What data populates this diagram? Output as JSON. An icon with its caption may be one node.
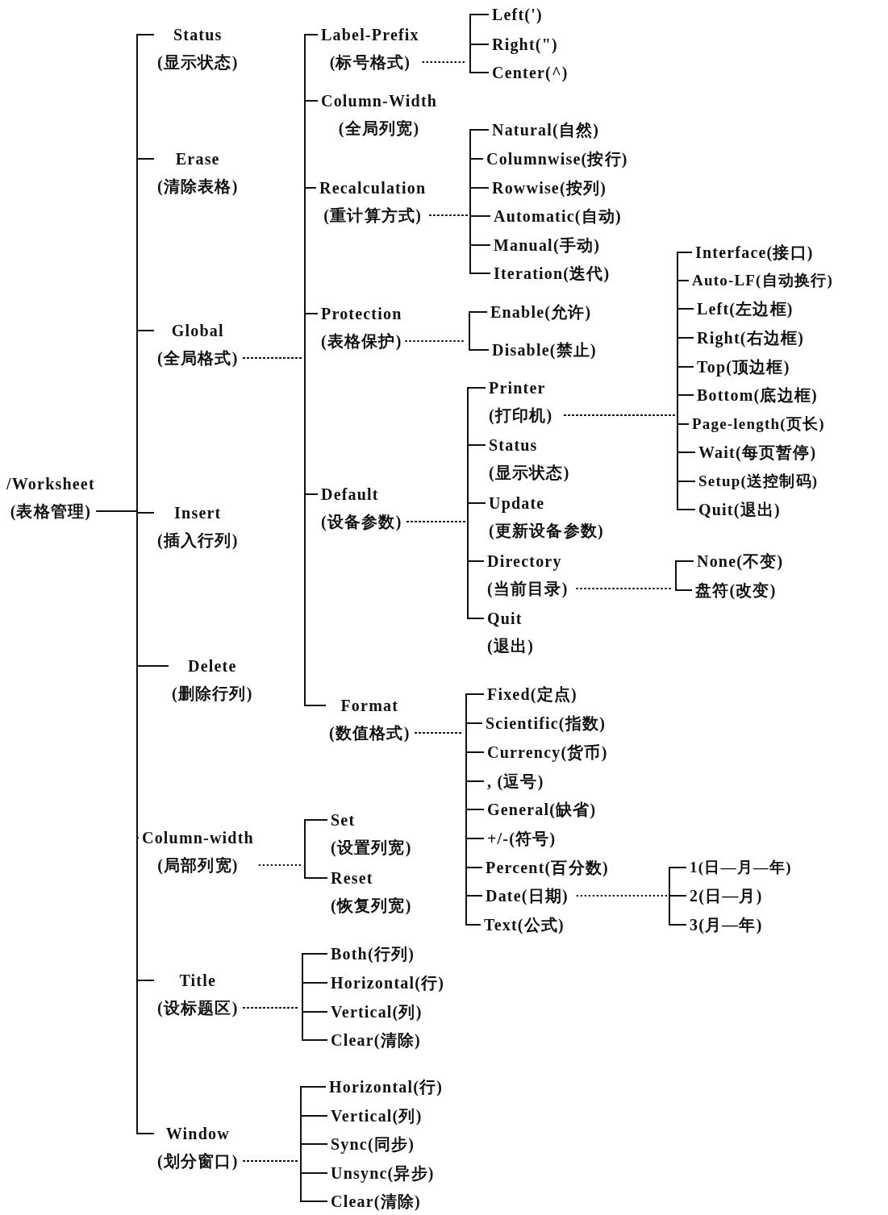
{
  "diagram": {
    "nodes": [
      {
        "text": [
          "/Worksheet",
          "(表格管理)"
        ]
      },
      {
        "text": [
          "Status",
          "(显示状态)"
        ]
      },
      {
        "text": [
          "Erase",
          "(清除表格)"
        ]
      },
      {
        "text": [
          "Global",
          "(全局格式)"
        ]
      },
      {
        "text": [
          "Insert",
          "(插入行列)"
        ]
      },
      {
        "text": [
          "Delete",
          "(删除行列)"
        ]
      },
      {
        "text": [
          "Column-width",
          "(局部列宽)"
        ]
      },
      {
        "text": [
          "Title",
          "(设标题区)"
        ]
      },
      {
        "text": [
          "Window",
          "(划分窗口)"
        ]
      },
      {
        "text": [
          "Label-Prefix",
          "(标号格式)"
        ]
      },
      {
        "text": [
          "Column-Width",
          "(全局列宽)"
        ]
      },
      {
        "text": [
          "Recalculation",
          "(重计算方式)"
        ]
      },
      {
        "text": [
          "Protection",
          "(表格保护)"
        ]
      },
      {
        "text": [
          "Default",
          "(设备参数)"
        ]
      },
      {
        "text": [
          "Format",
          "(数值格式)"
        ]
      },
      {
        "text": [
          "Left(')"
        ]
      },
      {
        "text": [
          "Right(\")"
        ]
      },
      {
        "text": [
          "Center(^)"
        ]
      },
      {
        "text": [
          "Natural(自然)"
        ]
      },
      {
        "text": [
          "Columnwise(按行)"
        ]
      },
      {
        "text": [
          "Rowwise(按列)"
        ]
      },
      {
        "text": [
          "Automatic(自动)"
        ]
      },
      {
        "text": [
          "Manual(手动)"
        ]
      },
      {
        "text": [
          "Iteration(迭代)"
        ]
      },
      {
        "text": [
          "Enable(允许)"
        ]
      },
      {
        "text": [
          "Disable(禁止)"
        ]
      },
      {
        "text": [
          "Printer",
          "(打印机)"
        ]
      },
      {
        "text": [
          "Status",
          "(显示状态)"
        ]
      },
      {
        "text": [
          "Update",
          "(更新设备参数)"
        ]
      },
      {
        "text": [
          "Directory",
          "(当前目录)"
        ]
      },
      {
        "text": [
          "Quit",
          "(退出)"
        ]
      },
      {
        "text": [
          "Interface(接口)"
        ]
      },
      {
        "text": [
          "Auto-LF(自动换行)"
        ]
      },
      {
        "text": [
          "Left(左边框)"
        ]
      },
      {
        "text": [
          "Right(右边框)"
        ]
      },
      {
        "text": [
          "Top(顶边框)"
        ]
      },
      {
        "text": [
          "Bottom(底边框)"
        ]
      },
      {
        "text": [
          "Page-length(页长)"
        ]
      },
      {
        "text": [
          "Wait(每页暂停)"
        ]
      },
      {
        "text": [
          "Setup(送控制码)"
        ]
      },
      {
        "text": [
          "Quit(退出)"
        ]
      },
      {
        "text": [
          "None(不变)"
        ]
      },
      {
        "text": [
          "盘符(改变)"
        ]
      },
      {
        "text": [
          "Fixed(定点)"
        ]
      },
      {
        "text": [
          "Scientific(指数)"
        ]
      },
      {
        "text": [
          "Currency(货币)"
        ]
      },
      {
        "text": [
          ", (逗号)"
        ]
      },
      {
        "text": [
          "General(缺省)"
        ]
      },
      {
        "text": [
          "+/-(符号)"
        ]
      },
      {
        "text": [
          "Percent(百分数)"
        ]
      },
      {
        "text": [
          "Date(日期)"
        ]
      },
      {
        "text": [
          "Text(公式)"
        ]
      },
      {
        "text": [
          "1(日—月—年)"
        ]
      },
      {
        "text": [
          "2(日—月)"
        ]
      },
      {
        "text": [
          "3(月—年)"
        ]
      },
      {
        "text": [
          "Set",
          "(设置列宽)"
        ]
      },
      {
        "text": [
          "Reset",
          "(恢复列宽)"
        ]
      },
      {
        "text": [
          "Both(行列)"
        ]
      },
      {
        "text": [
          "Horizontal(行)"
        ]
      },
      {
        "text": [
          "Vertical(列)"
        ]
      },
      {
        "text": [
          "Clear(清除)"
        ]
      },
      {
        "text": [
          "Horizontal(行)"
        ]
      },
      {
        "text": [
          "Vertical(列)"
        ]
      },
      {
        "text": [
          "Sync(同步)"
        ]
      },
      {
        "text": [
          "Unsync(异步)"
        ]
      },
      {
        "text": [
          "Clear(清除)"
        ]
      }
    ],
    "edges": [
      {
        "from": 0,
        "to": 1,
        "arrow": "none"
      },
      {
        "from": 0,
        "to": 2,
        "arrow": "none"
      },
      {
        "from": 0,
        "to": 3,
        "arrow": "none"
      },
      {
        "from": 0,
        "to": 4,
        "arrow": "none"
      },
      {
        "from": 0,
        "to": 5,
        "arrow": "none"
      },
      {
        "from": 0,
        "to": 6,
        "arrow": "none"
      },
      {
        "from": 0,
        "to": 7,
        "arrow": "none"
      },
      {
        "from": 0,
        "to": 8,
        "arrow": "none"
      },
      {
        "from": 3,
        "to": 9,
        "arrow": "none",
        "style": "dashed"
      },
      {
        "from": 3,
        "to": 10,
        "arrow": "none",
        "style": "dashed"
      },
      {
        "from": 3,
        "to": 11,
        "arrow": "none",
        "style": "dashed"
      },
      {
        "from": 3,
        "to": 12,
        "arrow": "none",
        "style": "dashed"
      },
      {
        "from": 3,
        "to": 13,
        "arrow": "none",
        "style": "dashed"
      },
      {
        "from": 3,
        "to": 14,
        "arrow": "none",
        "style": "dashed"
      },
      {
        "from": 9,
        "to": 15,
        "arrow": "none",
        "style": "dashed"
      },
      {
        "from": 9,
        "to": 16,
        "arrow": "none",
        "style": "dashed"
      },
      {
        "from": 9,
        "to": 17,
        "arrow": "none",
        "style": "dashed"
      },
      {
        "from": 11,
        "to": 18,
        "arrow": "none",
        "style": "dashed"
      },
      {
        "from": 11,
        "to": 19,
        "arrow": "none",
        "style": "dashed"
      },
      {
        "from": 11,
        "to": 20,
        "arrow": "none",
        "style": "dashed"
      },
      {
        "from": 11,
        "to": 21,
        "arrow": "none",
        "style": "dashed"
      },
      {
        "from": 11,
        "to": 22,
        "arrow": "none",
        "style": "dashed"
      },
      {
        "from": 11,
        "to": 23,
        "arrow": "none",
        "style": "dashed"
      },
      {
        "from": 12,
        "to": 24,
        "arrow": "none",
        "style": "dashed"
      },
      {
        "from": 12,
        "to": 25,
        "arrow": "none",
        "style": "dashed"
      },
      {
        "from": 13,
        "to": 26,
        "arrow": "none",
        "style": "dashed"
      },
      {
        "from": 13,
        "to": 27,
        "arrow": "none",
        "style": "dashed"
      },
      {
        "from": 13,
        "to": 28,
        "arrow": "none",
        "style": "dashed"
      },
      {
        "from": 13,
        "to": 29,
        "arrow": "none",
        "style": "dashed"
      },
      {
        "from": 13,
        "to": 30,
        "arrow": "none",
        "style": "dashed"
      },
      {
        "from": 26,
        "to": 31,
        "arrow": "none",
        "style": "dashed"
      },
      {
        "from": 26,
        "to": 32,
        "arrow": "none",
        "style": "dashed"
      },
      {
        "from": 26,
        "to": 33,
        "arrow": "none",
        "style": "dashed"
      },
      {
        "from": 26,
        "to": 34,
        "arrow": "none",
        "style": "dashed"
      },
      {
        "from": 26,
        "to": 35,
        "arrow": "none",
        "style": "dashed"
      },
      {
        "from": 26,
        "to": 36,
        "arrow": "none",
        "style": "dashed"
      },
      {
        "from": 26,
        "to": 37,
        "arrow": "none",
        "style": "dashed"
      },
      {
        "from": 26,
        "to": 38,
        "arrow": "none",
        "style": "dashed"
      },
      {
        "from": 26,
        "to": 39,
        "arrow": "none",
        "style": "dashed"
      },
      {
        "from": 26,
        "to": 40,
        "arrow": "none",
        "style": "dashed"
      },
      {
        "from": 29,
        "to": 41,
        "arrow": "none",
        "style": "dashed"
      },
      {
        "from": 29,
        "to": 42,
        "arrow": "none",
        "style": "dashed"
      },
      {
        "from": 14,
        "to": 43,
        "arrow": "none",
        "style": "dashed"
      },
      {
        "from": 14,
        "to": 44,
        "arrow": "none",
        "style": "dashed"
      },
      {
        "from": 14,
        "to": 45,
        "arrow": "none",
        "style": "dashed"
      },
      {
        "from": 14,
        "to": 46,
        "arrow": "none",
        "style": "dashed"
      },
      {
        "from": 14,
        "to": 47,
        "arrow": "none",
        "style": "dashed"
      },
      {
        "from": 14,
        "to": 48,
        "arrow": "none",
        "style": "dashed"
      },
      {
        "from": 14,
        "to": 49,
        "arrow": "none",
        "style": "dashed"
      },
      {
        "from": 14,
        "to": 50,
        "arrow": "none",
        "style": "dashed"
      },
      {
        "from": 14,
        "to": 51,
        "arrow": "none",
        "style": "dashed"
      },
      {
        "from": 50,
        "to": 52,
        "arrow": "none",
        "style": "dashed"
      },
      {
        "from": 50,
        "to": 53,
        "arrow": "none",
        "style": "dashed"
      },
      {
        "from": 50,
        "to": 54,
        "arrow": "none",
        "style": "dashed"
      },
      {
        "from": 6,
        "to": 55,
        "arrow": "none",
        "style": "dashed"
      },
      {
        "from": 6,
        "to": 56,
        "arrow": "none",
        "style": "dashed"
      },
      {
        "from": 7,
        "to": 57,
        "arrow": "none",
        "style": "dashed"
      },
      {
        "from": 7,
        "to": 58,
        "arrow": "none",
        "style": "dashed"
      },
      {
        "from": 7,
        "to": 59,
        "arrow": "none",
        "style": "dashed"
      },
      {
        "from": 7,
        "to": 60,
        "arrow": "none",
        "style": "dashed"
      },
      {
        "from": 8,
        "to": 61,
        "arrow": "none",
        "style": "dashed"
      },
      {
        "from": 8,
        "to": 62,
        "arrow": "none",
        "style": "dashed"
      },
      {
        "from": 8,
        "to": 63,
        "arrow": "none",
        "style": "dashed"
      },
      {
        "from": 8,
        "to": 64,
        "arrow": "none",
        "style": "dashed"
      },
      {
        "from": 8,
        "to": 65,
        "arrow": "none",
        "style": "dashed"
      }
    ]
  }
}
